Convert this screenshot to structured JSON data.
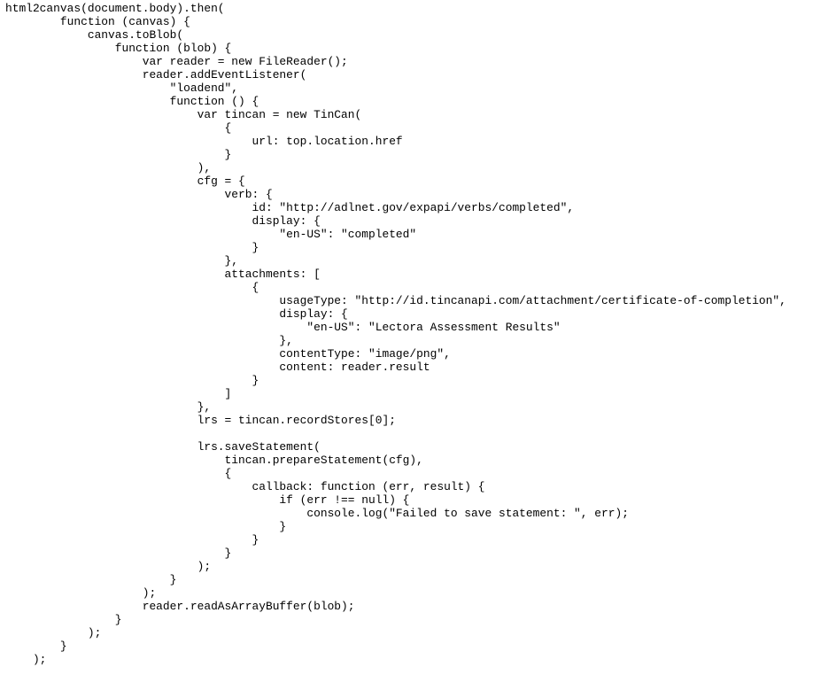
{
  "document": {
    "lines": [
      "html2canvas(document.body).then(",
      "        function (canvas) {",
      "            canvas.toBlob(",
      "                function (blob) {",
      "                    var reader = new FileReader();",
      "                    reader.addEventListener(",
      "                        \"loadend\",",
      "                        function () {",
      "                            var tincan = new TinCan(",
      "                                {",
      "                                    url: top.location.href",
      "                                }",
      "                            ),",
      "                            cfg = {",
      "                                verb: {",
      "                                    id: \"http://adlnet.gov/expapi/verbs/completed\",",
      "                                    display: {",
      "                                        \"en-US\": \"completed\"",
      "                                    }",
      "                                },",
      "                                attachments: [",
      "                                    {",
      "                                        usageType: \"http://id.tincanapi.com/attachment/certificate-of-completion\",",
      "                                        display: {",
      "                                            \"en-US\": \"Lectora Assessment Results\"",
      "                                        },",
      "                                        contentType: \"image/png\",",
      "                                        content: reader.result",
      "                                    }",
      "                                ]",
      "                            },",
      "                            lrs = tincan.recordStores[0];",
      "",
      "                            lrs.saveStatement(",
      "                                tincan.prepareStatement(cfg),",
      "                                {",
      "                                    callback: function (err, result) {",
      "                                        if (err !== null) {",
      "                                            console.log(\"Failed to save statement: \", err);",
      "                                        }",
      "                                    }",
      "                                }",
      "                            );",
      "                        }",
      "                    );",
      "                    reader.readAsArrayBuffer(blob);",
      "                }",
      "            );",
      "        }",
      "    );"
    ]
  }
}
